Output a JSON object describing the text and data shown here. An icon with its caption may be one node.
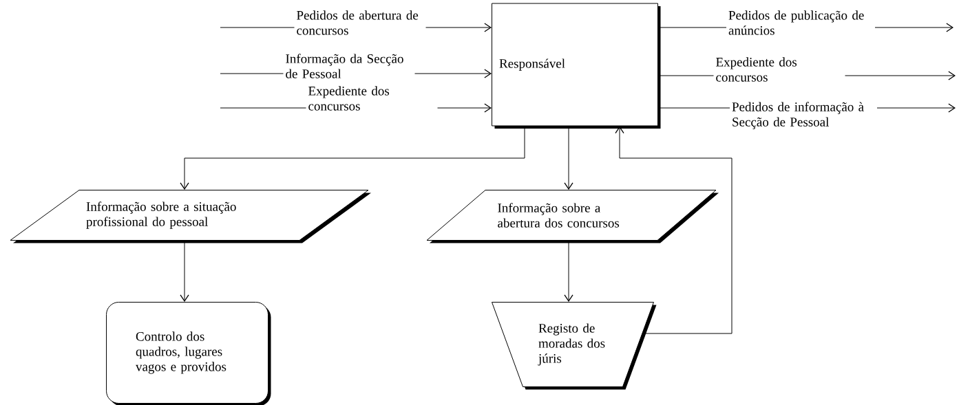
{
  "diagram": {
    "nodes": [
      {
        "text": [
          "Responsável"
        ]
      },
      {
        "text": [
          "Informação sobre a situação profissional do pessoal"
        ]
      },
      {
        "text": [
          "Controlo dos quadros, lugares vagos e providos"
        ]
      },
      {
        "text": [
          "Informação sobre a abertura dos concursos"
        ]
      },
      {
        "text": [
          "Registo de moradas dos júris"
        ]
      }
    ],
    "edges": [
      {
        "from": null,
        "to": 0,
        "arrow": "to",
        "label": "Pedidos de abertura de concursos"
      },
      {
        "from": null,
        "to": 0,
        "arrow": "to",
        "label": "Informação da Secção de Pessoal"
      },
      {
        "from": null,
        "to": 0,
        "arrow": "to",
        "label": "Expediente dos concursos"
      },
      {
        "from": 0,
        "to": null,
        "arrow": "to",
        "label": "Pedidos de publicação de anúncios"
      },
      {
        "from": 0,
        "to": null,
        "arrow": "to",
        "label": "Expediente dos concursos"
      },
      {
        "from": 0,
        "to": null,
        "arrow": "to",
        "label": "Pedidos de informação à Secção de Pessoal"
      },
      {
        "from": 0,
        "to": 1,
        "arrow": "to"
      },
      {
        "from": 0,
        "to": 3,
        "arrow": "to"
      },
      {
        "from": 1,
        "to": 2,
        "arrow": "to"
      },
      {
        "from": 3,
        "to": 4,
        "arrow": "to"
      },
      {
        "from": 4,
        "to": 0,
        "arrow": "to"
      }
    ]
  }
}
